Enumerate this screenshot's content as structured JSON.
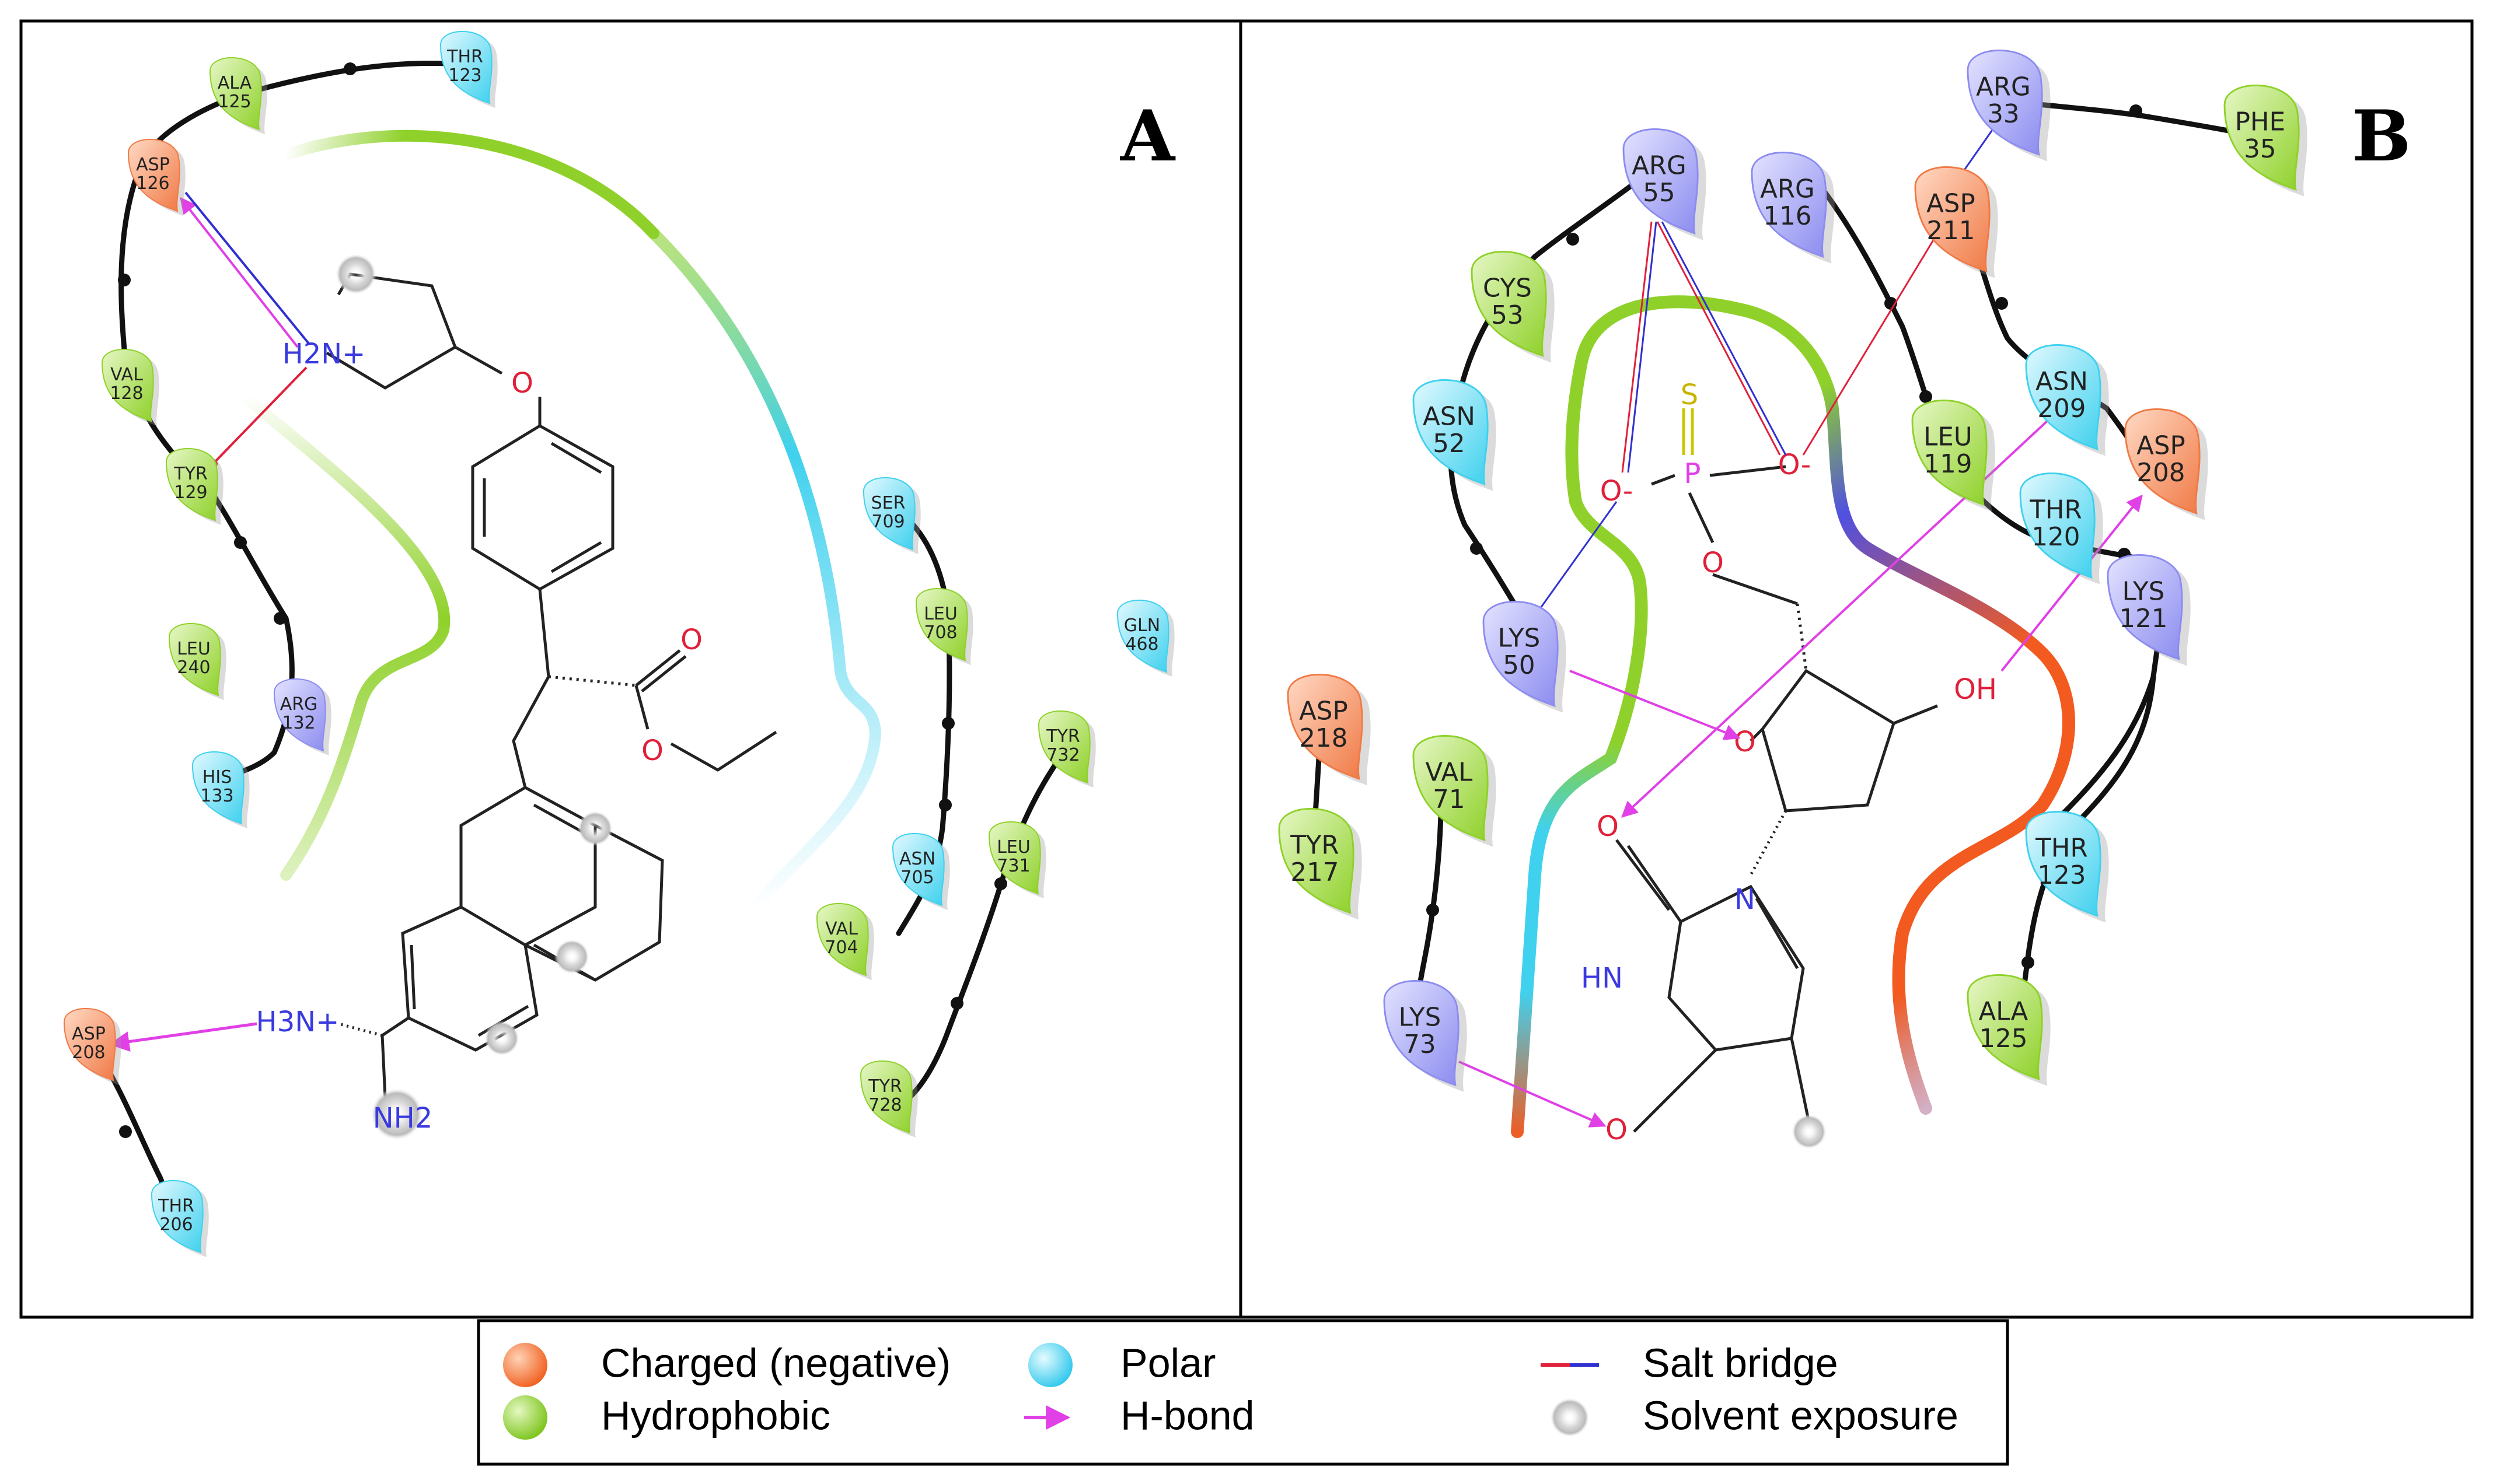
{
  "panels": {
    "a_label": "A",
    "b_label": "B"
  },
  "colors": {
    "charged_negative": "#f07a46",
    "hydrophobic": "#8fd12a",
    "polar": "#3fd1ee",
    "charged_positive": "#8c8cf0",
    "hbond": "#e040e6",
    "salt_bridge_a": "#e0203a",
    "salt_bridge_b": "#3030d0"
  },
  "residues_a": [
    {
      "name": "THR",
      "num": "123",
      "type": "polar"
    },
    {
      "name": "ALA",
      "num": "125",
      "type": "hydrophobic"
    },
    {
      "name": "ASP",
      "num": "126",
      "type": "charged_negative"
    },
    {
      "name": "VAL",
      "num": "128",
      "type": "hydrophobic"
    },
    {
      "name": "TYR",
      "num": "129",
      "type": "hydrophobic"
    },
    {
      "name": "LEU",
      "num": "240",
      "type": "hydrophobic"
    },
    {
      "name": "ARG",
      "num": "132",
      "type": "charged_positive"
    },
    {
      "name": "HIS",
      "num": "133",
      "type": "polar"
    },
    {
      "name": "SER",
      "num": "709",
      "type": "polar"
    },
    {
      "name": "LEU",
      "num": "708",
      "type": "hydrophobic"
    },
    {
      "name": "GLN",
      "num": "468",
      "type": "polar"
    },
    {
      "name": "TYR",
      "num": "732",
      "type": "hydrophobic"
    },
    {
      "name": "LEU",
      "num": "731",
      "type": "hydrophobic"
    },
    {
      "name": "ASN",
      "num": "705",
      "type": "polar"
    },
    {
      "name": "VAL",
      "num": "704",
      "type": "hydrophobic"
    },
    {
      "name": "TYR",
      "num": "728",
      "type": "hydrophobic"
    },
    {
      "name": "ASP",
      "num": "208",
      "type": "charged_negative"
    },
    {
      "name": "THR",
      "num": "206",
      "type": "polar"
    }
  ],
  "residues_b": [
    {
      "name": "ARG",
      "num": "33",
      "type": "charged_positive"
    },
    {
      "name": "PHE",
      "num": "35",
      "type": "hydrophobic"
    },
    {
      "name": "ARG",
      "num": "55",
      "type": "charged_positive"
    },
    {
      "name": "ARG",
      "num": "116",
      "type": "charged_positive"
    },
    {
      "name": "ASP",
      "num": "211",
      "type": "charged_negative"
    },
    {
      "name": "CYS",
      "num": "53",
      "type": "hydrophobic"
    },
    {
      "name": "ASN",
      "num": "52",
      "type": "polar"
    },
    {
      "name": "LEU",
      "num": "119",
      "type": "hydrophobic"
    },
    {
      "name": "ASN",
      "num": "209",
      "type": "polar"
    },
    {
      "name": "ASP",
      "num": "208",
      "type": "charged_negative"
    },
    {
      "name": "THR",
      "num": "120",
      "type": "polar"
    },
    {
      "name": "LYS",
      "num": "121",
      "type": "charged_positive"
    },
    {
      "name": "LYS",
      "num": "50",
      "type": "charged_positive"
    },
    {
      "name": "ASP",
      "num": "218",
      "type": "charged_negative"
    },
    {
      "name": "TYR",
      "num": "217",
      "type": "hydrophobic"
    },
    {
      "name": "VAL",
      "num": "71",
      "type": "hydrophobic"
    },
    {
      "name": "LYS",
      "num": "73",
      "type": "charged_positive"
    },
    {
      "name": "THR",
      "num": "123",
      "type": "polar"
    },
    {
      "name": "ALA",
      "num": "125",
      "type": "hydrophobic"
    }
  ],
  "atoms_a": {
    "nh2_plus": "H2N+",
    "ether_o": "O",
    "carbonyl_o": "O",
    "ester_o": "O",
    "h3n_plus": "H3N+",
    "nh2": "NH2"
  },
  "atoms_b": {
    "s": "S",
    "p": "P",
    "o_minus_left": "O-",
    "o_minus_right": "O-",
    "o_bridge": "O",
    "ring_o": "O",
    "oh": "OH",
    "c2_o": "O",
    "n1": "N",
    "hn": "HN",
    "c4_o": "O"
  },
  "legend": {
    "charged_negative": "Charged (negative)",
    "hydrophobic": "Hydrophobic",
    "polar": "Polar",
    "hbond": "H-bond",
    "salt_bridge": "Salt bridge",
    "solvent_exposure": "Solvent exposure"
  }
}
